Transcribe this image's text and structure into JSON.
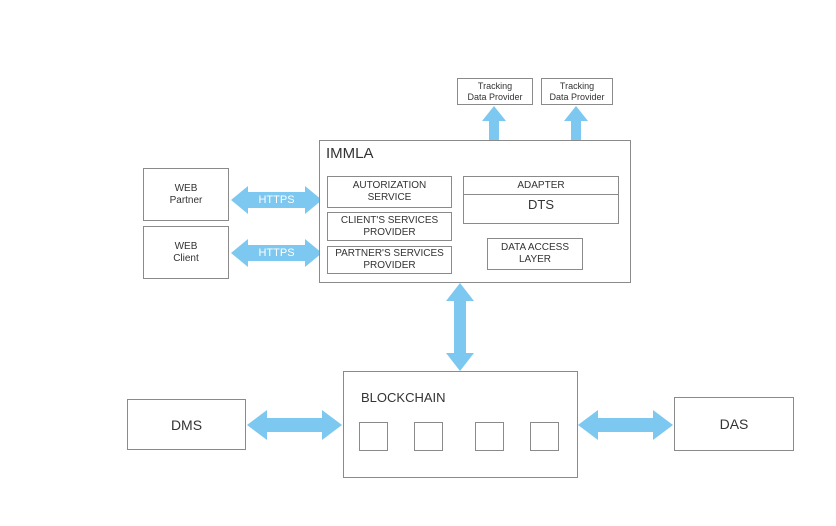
{
  "colors": {
    "arrow": "#7cc8f0",
    "border": "#8a8a8a",
    "text": "#333333"
  },
  "providers": [
    {
      "line1": "Tracking",
      "line2": "Data Provider"
    },
    {
      "line1": "Tracking",
      "line2": "Data Provider"
    }
  ],
  "immla": {
    "title": "IMMLA",
    "autorization": {
      "line1": "AUTORIZATION",
      "line2": "SERVICE"
    },
    "clients_provider": {
      "line1": "CLIENT'S SERVICES",
      "line2": "PROVIDER"
    },
    "partners_provider": {
      "line1": "PARTNER'S SERVICES",
      "line2": "PROVIDER"
    },
    "adapter": "ADAPTER",
    "dts": "DTS",
    "data_access": {
      "line1": "DATA ACCESS",
      "line2": "LAYER"
    }
  },
  "web_partner": {
    "line1": "WEB",
    "line2": "Partner"
  },
  "web_client": {
    "line1": "WEB",
    "line2": "Client"
  },
  "https_top": "HTTPS",
  "https_bottom": "HTTPS",
  "blockchain": {
    "title": "BLOCKCHAIN"
  },
  "dms": "DMS",
  "das": "DAS"
}
